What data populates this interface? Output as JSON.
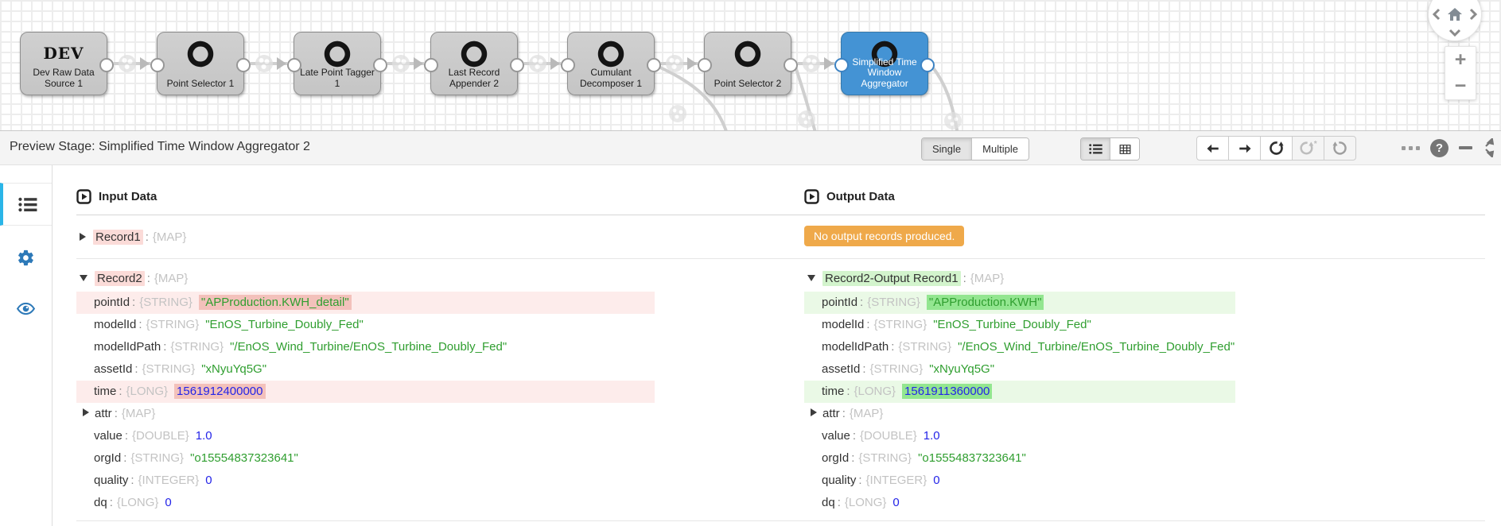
{
  "pipeline": {
    "nodes": [
      {
        "badge": "DEV",
        "label": "Dev Raw Data Source 1",
        "icon": "dev-text",
        "selected": false
      },
      {
        "label": "Point Selector 1",
        "icon": "swirl-logo",
        "selected": false
      },
      {
        "label": "Late Point Tagger 1",
        "icon": "swirl-logo",
        "selected": false
      },
      {
        "label": "Last Record Appender 2",
        "icon": "swirl-logo",
        "selected": false
      },
      {
        "label": "Cumulant Decomposer 1",
        "icon": "swirl-logo",
        "selected": false
      },
      {
        "label": "Point Selector 2",
        "icon": "swirl-logo",
        "selected": false
      },
      {
        "label": "Simplified Time Window Aggregator",
        "icon": "swirl-logo",
        "selected": true
      }
    ]
  },
  "preview_bar": {
    "title": "Preview Stage: Simplified Time Window Aggregator 2",
    "record_mode": {
      "options": [
        "Single",
        "Multiple"
      ],
      "active": "Single"
    },
    "view_mode_active": "list"
  },
  "sidebar": {
    "tabs": [
      {
        "icon": "records-list",
        "active": true
      },
      {
        "icon": "stage-configuration-gear",
        "active": false
      },
      {
        "icon": "preview-eye",
        "active": false
      }
    ]
  },
  "input_panel": {
    "title": "Input Data",
    "records": [
      {
        "name": "Record1",
        "type": "{MAP}",
        "expanded": false,
        "fields": []
      },
      {
        "name": "Record2",
        "type": "{MAP}",
        "expanded": true,
        "fields": [
          {
            "name": "pointId",
            "type": "{STRING}",
            "value": "\"APProduction.KWH_detail\"",
            "kind": "string",
            "row_highlight": true,
            "value_highlight": true
          },
          {
            "name": "modelId",
            "type": "{STRING}",
            "value": "\"EnOS_Turbine_Doubly_Fed\"",
            "kind": "string"
          },
          {
            "name": "modelIdPath",
            "type": "{STRING}",
            "value": "\"/EnOS_Wind_Turbine/EnOS_Turbine_Doubly_Fed\"",
            "kind": "string"
          },
          {
            "name": "assetId",
            "type": "{STRING}",
            "value": "\"xNyuYq5G\"",
            "kind": "string"
          },
          {
            "name": "time",
            "type": "{LONG}",
            "value": "1561912400000",
            "kind": "number",
            "row_highlight": true,
            "value_highlight": true
          },
          {
            "name": "attr",
            "type": "{MAP}",
            "value": "",
            "kind": "map",
            "expandable": true
          },
          {
            "name": "value",
            "type": "{DOUBLE}",
            "value": "1.0",
            "kind": "number"
          },
          {
            "name": "orgId",
            "type": "{STRING}",
            "value": "\"o15554837323641\"",
            "kind": "string"
          },
          {
            "name": "quality",
            "type": "{INTEGER}",
            "value": "0",
            "kind": "number"
          },
          {
            "name": "dq",
            "type": "{LONG}",
            "value": "0",
            "kind": "number"
          }
        ]
      }
    ]
  },
  "output_panel": {
    "title": "Output Data",
    "empty_badge": "No output records produced.",
    "records": [
      {
        "name": "Record2-Output Record1",
        "type": "{MAP}",
        "expanded": true,
        "fields": [
          {
            "name": "pointId",
            "type": "{STRING}",
            "value": "\"APProduction.KWH\"",
            "kind": "string",
            "row_highlight": true,
            "value_highlight": true
          },
          {
            "name": "modelId",
            "type": "{STRING}",
            "value": "\"EnOS_Turbine_Doubly_Fed\"",
            "kind": "string"
          },
          {
            "name": "modelIdPath",
            "type": "{STRING}",
            "value": "\"/EnOS_Wind_Turbine/EnOS_Turbine_Doubly_Fed\"",
            "kind": "string"
          },
          {
            "name": "assetId",
            "type": "{STRING}",
            "value": "\"xNyuYq5G\"",
            "kind": "string"
          },
          {
            "name": "time",
            "type": "{LONG}",
            "value": "1561911360000",
            "kind": "number",
            "row_highlight": true,
            "value_highlight": true
          },
          {
            "name": "attr",
            "type": "{MAP}",
            "value": "",
            "kind": "map",
            "expandable": true
          },
          {
            "name": "value",
            "type": "{DOUBLE}",
            "value": "1.0",
            "kind": "number"
          },
          {
            "name": "orgId",
            "type": "{STRING}",
            "value": "\"o15554837323641\"",
            "kind": "string"
          },
          {
            "name": "quality",
            "type": "{INTEGER}",
            "value": "0",
            "kind": "number"
          },
          {
            "name": "dq",
            "type": "{LONG}",
            "value": "0",
            "kind": "number"
          }
        ]
      }
    ]
  },
  "colors": {
    "selected_node_blue": "#4493d4",
    "badge_orange": "#efa94a",
    "input_diff_row_pink": "#fdeceb",
    "input_diff_value_pink": "#f3c1bb",
    "output_diff_row_green": "#eaf9e6",
    "output_diff_value_green": "#93e690",
    "string_value_green": "#2f9e2f",
    "number_value_blue": "#2424e8",
    "sidebar_icon_blue": "#2d79b8",
    "active_tab_border_blue": "#2ab5e8"
  }
}
